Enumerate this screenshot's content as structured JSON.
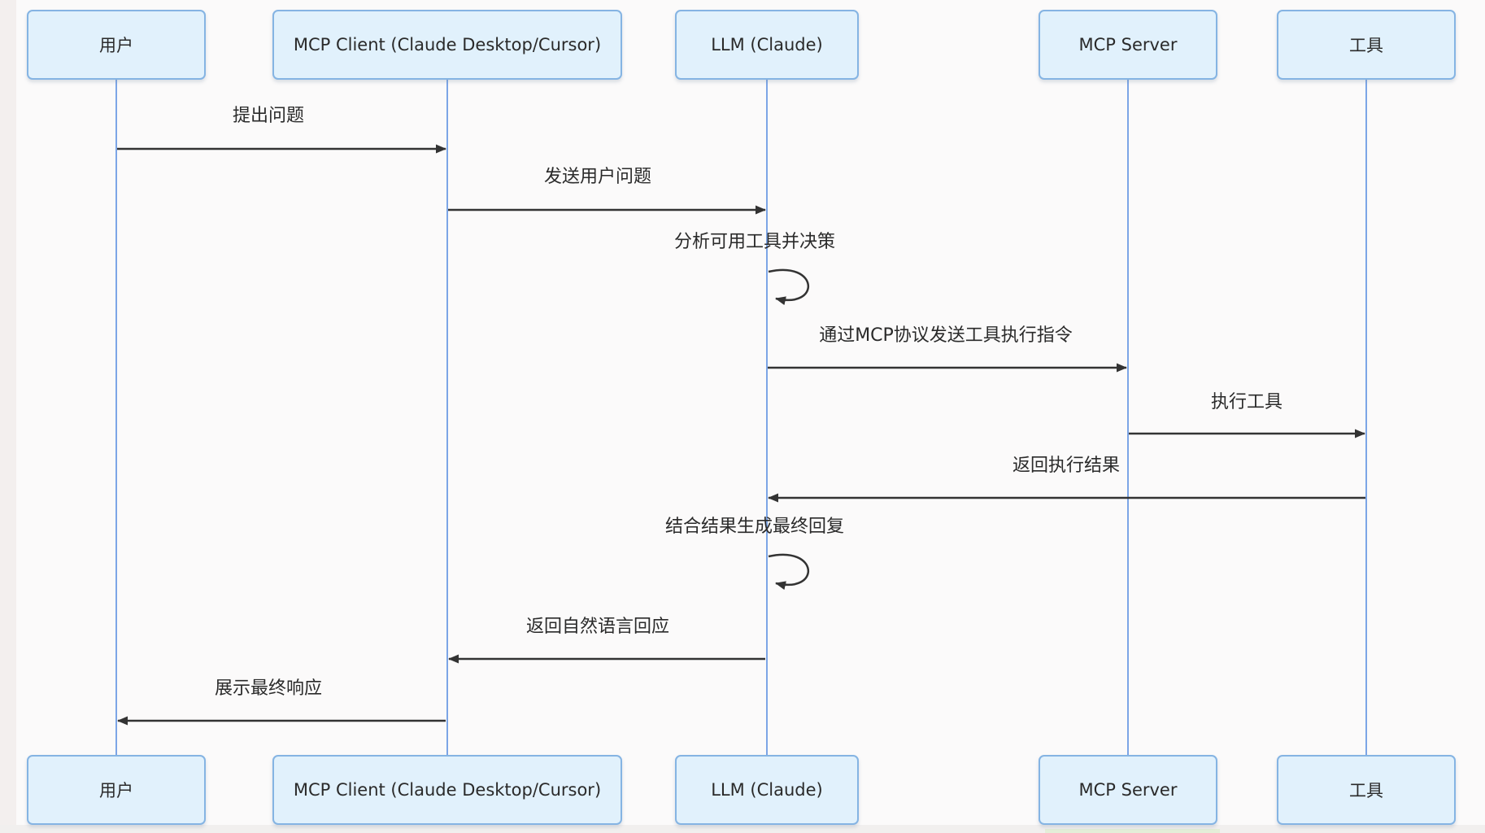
{
  "diagram": {
    "type": "sequence-diagram",
    "topic": "MCP tool-use interaction flow",
    "colors": {
      "actor_fill": "#e1f1fc",
      "actor_border": "#85b4e3",
      "lifeline": "#7ca5e6",
      "arrow": "#333333",
      "text": "#2a2a2a",
      "background": "#fbfafa"
    },
    "actors": [
      {
        "id": "user",
        "label": "用户"
      },
      {
        "id": "mcp-client",
        "label": "MCP Client (Claude Desktop/Cursor)"
      },
      {
        "id": "llm",
        "label": "LLM (Claude)"
      },
      {
        "id": "mcp-server",
        "label": "MCP Server"
      },
      {
        "id": "tool",
        "label": "工具"
      }
    ],
    "messages": [
      {
        "from": "用户",
        "to": "MCP Client",
        "label": "提出问题",
        "kind": "arrow-right"
      },
      {
        "from": "MCP Client",
        "to": "LLM",
        "label": "发送用户问题",
        "kind": "arrow-right"
      },
      {
        "from": "LLM",
        "to": "LLM",
        "label": "分析可用工具并决策",
        "kind": "self-loop"
      },
      {
        "from": "LLM",
        "to": "MCP Server",
        "label": "通过MCP协议发送工具执行指令",
        "kind": "arrow-right"
      },
      {
        "from": "MCP Server",
        "to": "工具",
        "label": "执行工具",
        "kind": "arrow-right"
      },
      {
        "from": "工具",
        "to": "LLM",
        "label": "返回执行结果",
        "kind": "arrow-left"
      },
      {
        "from": "LLM",
        "to": "LLM",
        "label": "结合结果生成最终回复",
        "kind": "self-loop"
      },
      {
        "from": "LLM",
        "to": "MCP Client",
        "label": "返回自然语言回应",
        "kind": "arrow-left"
      },
      {
        "from": "MCP Client",
        "to": "用户",
        "label": "展示最终响应",
        "kind": "arrow-left"
      }
    ]
  }
}
